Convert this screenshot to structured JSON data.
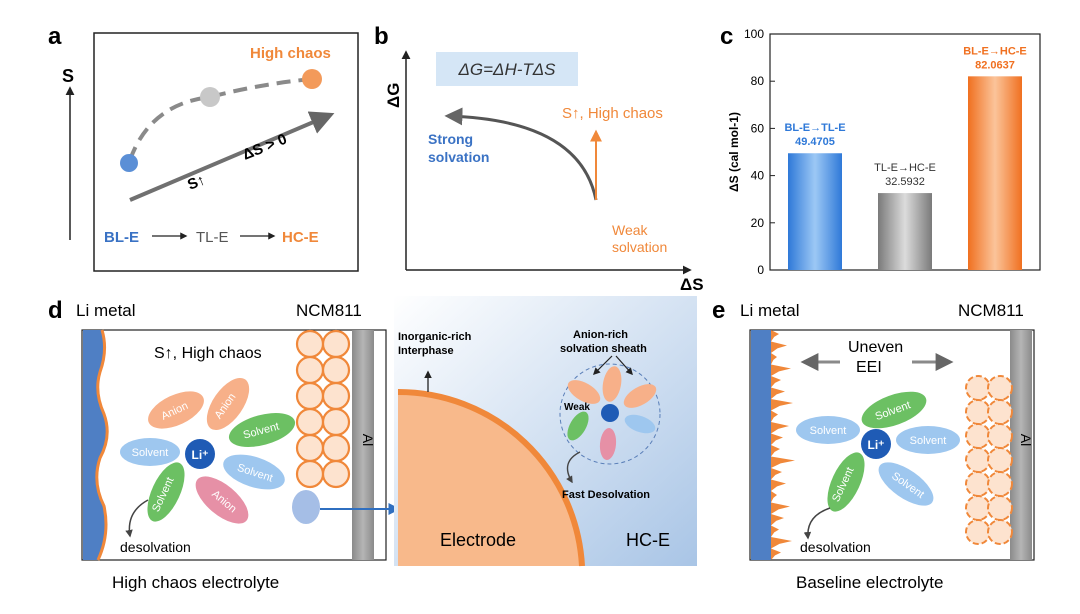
{
  "panel_a": {
    "letter": "a",
    "y_axis": "S",
    "high_chaos": "High chaos",
    "s_up": "S↑",
    "delta_s": "ΔS > 0",
    "bl": "BL-E",
    "tl": "TL-E",
    "hc": "HC-E",
    "colors": {
      "blue": "#5b8fd6",
      "gray": "#c8c8c8",
      "orange": "#f39a5a"
    }
  },
  "panel_b": {
    "letter": "b",
    "y_axis": "ΔG",
    "x_axis": "ΔS",
    "equation": "ΔG=ΔH-TΔS",
    "strong_1": "Strong",
    "strong_2": "solvation",
    "s_high": "S↑, High chaos",
    "weak_1": "Weak",
    "weak_2": "solvation"
  },
  "panel_c": {
    "letter": "c",
    "label_1_top": "BL-E→TL-E",
    "label_1_val": "49.4705",
    "label_2_top": "TL-E→HC-E",
    "label_2_val": "32.5932",
    "label_3_top": "BL-E→HC-E",
    "label_3_val": "82.0637"
  },
  "chart_data": {
    "type": "bar",
    "categories": [
      "BL-E→TL-E",
      "TL-E→HC-E",
      "BL-E→HC-E"
    ],
    "values": [
      49.4705,
      32.5932,
      82.0637
    ],
    "title": "",
    "xlabel": "",
    "ylabel": "ΔS (cal mol-1)",
    "ylim": [
      0,
      100
    ],
    "yticks": [
      "0",
      "20",
      "40",
      "60",
      "80",
      "100"
    ],
    "colors": [
      "#3a8ee6",
      "#8c8c8c",
      "#f07a2a"
    ]
  },
  "panel_d": {
    "letter": "d",
    "li_metal": "Li metal",
    "ncm": "NCM811",
    "s_high": "S↑, High chaos",
    "al": "Al",
    "li_plus": "Li⁺",
    "anion": "Anion",
    "solvent": "Solvent",
    "desolvation": "desolvation",
    "caption": "High chaos electrolyte",
    "inorganic_1": "Inorganic-rich",
    "inorganic_2": "Interphase",
    "anion_rich_1": "Anion-rich",
    "anion_rich_2": "solvation sheath",
    "weak": "Weak",
    "fast": "Fast Desolvation",
    "electrode": "Electrode",
    "hce": "HC-E"
  },
  "panel_e": {
    "letter": "e",
    "li_metal": "Li metal",
    "ncm": "NCM811",
    "uneven_1": "Uneven",
    "uneven_2": "EEI",
    "al": "Al",
    "li_plus": "Li⁺",
    "solvent": "Solvent",
    "desolvation": "desolvation",
    "caption": "Baseline electrolyte"
  }
}
